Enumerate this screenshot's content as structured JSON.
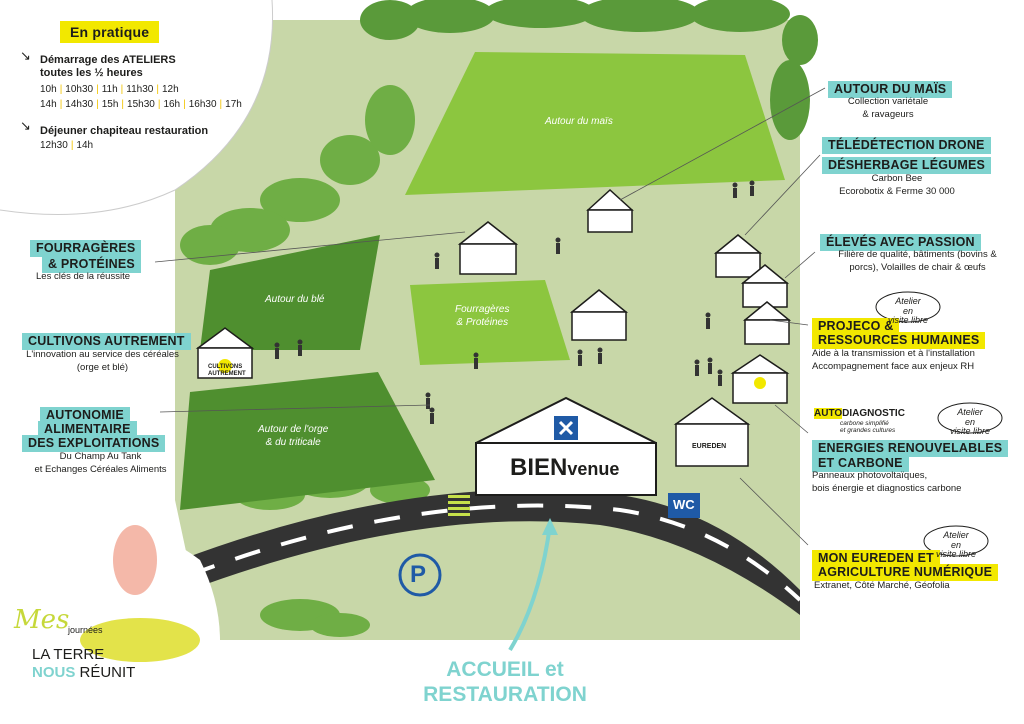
{
  "practical": {
    "title": "En pratique",
    "workshops_heading_1": "Démarrage des ATELIERS",
    "workshops_heading_2": "toutes les ½ heures",
    "times_row1": [
      "10h",
      "10h30",
      "11h",
      "11h30",
      "12h"
    ],
    "times_row2": [
      "14h",
      "14h30",
      "15h",
      "15h30",
      "16h",
      "16h30",
      "17h"
    ],
    "lunch_heading": "Déjeuner chapiteau restauration",
    "lunch_times": [
      "12h30",
      "14h"
    ]
  },
  "fields": {
    "mais": "Autour du maïs",
    "ble": "Autour du blé",
    "fourrageres_1": "Fourragères",
    "fourrageres_2": "& Protéines",
    "orge_1": "Autour de l'orge",
    "orge_2": "& du triticale"
  },
  "left_stands": {
    "fourrageres": {
      "title_1": "FOURRAGÈRES",
      "title_2": "& PROTÉINES",
      "desc": "Les clés de la réussite"
    },
    "cultivons": {
      "title": "CULTIVONS AUTREMENT",
      "desc_1": "L'innovation au service des céréales",
      "desc_2": "(orge et blé)"
    },
    "autonomie": {
      "title_1": "AUTONOMIE",
      "title_2": "ALIMENTAIRE",
      "title_3": "DES EXPLOITATIONS",
      "desc_1": "Du Champ Au Tank",
      "desc_2": "et Echanges Céréales Aliments"
    }
  },
  "right_stands": {
    "mais": {
      "title": "AUTOUR DU MAÏS",
      "desc_1": "Collection variétale",
      "desc_2": "& ravageurs"
    },
    "drone": {
      "title_1": "TÉLÉDÉTECTION DRONE",
      "title_2": "DÉSHERBAGE LÉGUMES",
      "desc_1": "Carbon Bee",
      "desc_2": "Ecorobotix & Ferme 30 000"
    },
    "eleves": {
      "title": "ÉLEVÉS AVEC PASSION",
      "desc_1": "Filière de qualité, bâtiments (bovins &",
      "desc_2": "porcs), Volailles de chair & œufs"
    },
    "projeco": {
      "title_1": "PROJECO &",
      "title_2": "RESSOURCES HUMAINES",
      "desc_1": "Aide à la transmission et à l'installation",
      "desc_2": "Accompagnement face aux enjeux RH"
    },
    "energies": {
      "title_1": "ENERGIES RENOUVELABLES",
      "title_2": "ET CARBONE",
      "desc_1": "Panneaux photovoltaïques,",
      "desc_2": "bois énergie et diagnostics carbone"
    },
    "eureden": {
      "title_1": "MON EUREDEN ET",
      "title_2": "AGRICULTURE NUMÉRIQUE",
      "desc": "Extranet, Côté Marché, Géofolia"
    }
  },
  "atelier_bubble": {
    "line1": "Atelier",
    "line2": "en",
    "line3": "visite libre"
  },
  "autodiag": {
    "auto": "AUTO",
    "diag": "DIAGNOSTIC",
    "line2": "carbone simplifié",
    "line3": "et grandes cultures"
  },
  "tent_labels": {
    "cultivons_1": "CULTIVONS",
    "cultivons_2": "AUTREMENT",
    "eureden": "EUREDEN",
    "bien": "BIEN",
    "venue": "venue"
  },
  "wc": "WC",
  "parking": "P",
  "accueil_1": "ACCUEIL et",
  "accueil_2": "RESTAURATION",
  "logo": {
    "mes": "Mes",
    "journees": "journées",
    "la_terre": "LA TERRE",
    "nous": "NOUS",
    "reunit": "RÉUNIT"
  },
  "colors": {
    "teal": "#7fd3cf",
    "yellow": "#f2e800",
    "field_dark": "#4f8f2f",
    "field_light": "#8cc63f",
    "ground": "#c8d7a8",
    "road": "#333333",
    "blue": "#1f5aa6"
  }
}
